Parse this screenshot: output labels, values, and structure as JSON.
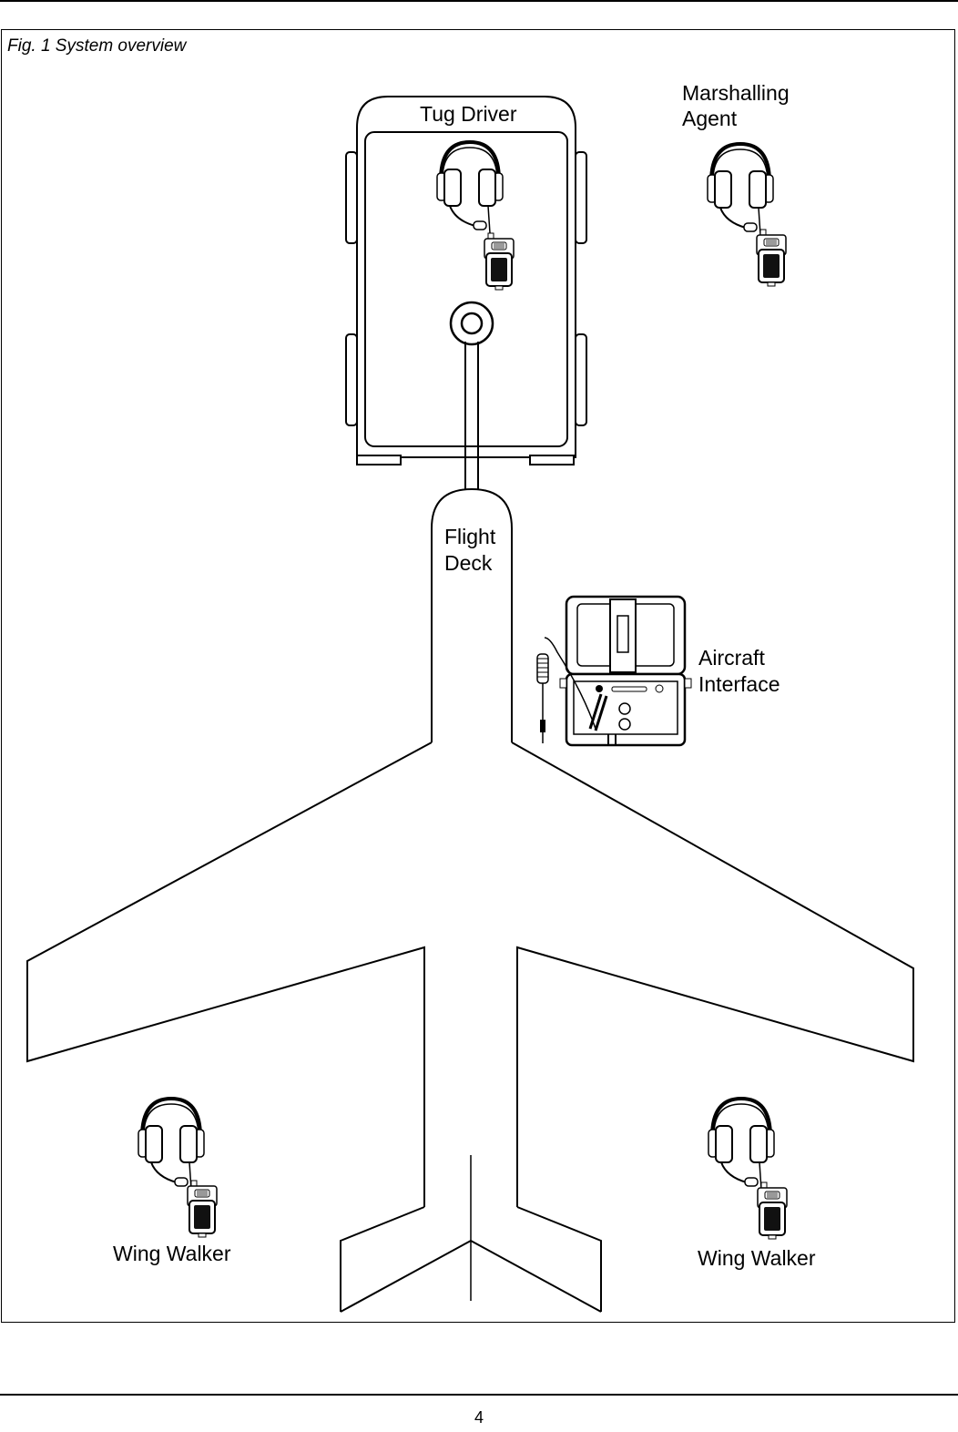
{
  "figure": {
    "caption": "Fig. 1  System overview"
  },
  "labels": {
    "tug_driver": "Tug Driver",
    "marshalling_agent_line1": "Marshalling",
    "marshalling_agent_line2": "Agent",
    "flight_deck_line1": "Flight",
    "flight_deck_line2": "Deck",
    "aircraft_interface_line1": "Aircraft",
    "aircraft_interface_line2": "Interface",
    "wing_walker_left": "Wing Walker",
    "wing_walker_right": "Wing Walker"
  },
  "page": {
    "number": "4"
  },
  "icons": [
    "headset-icon",
    "radio-icon",
    "tug-vehicle-icon",
    "aircraft-icon",
    "aircraft-interface-box-icon",
    "cable-icon"
  ]
}
